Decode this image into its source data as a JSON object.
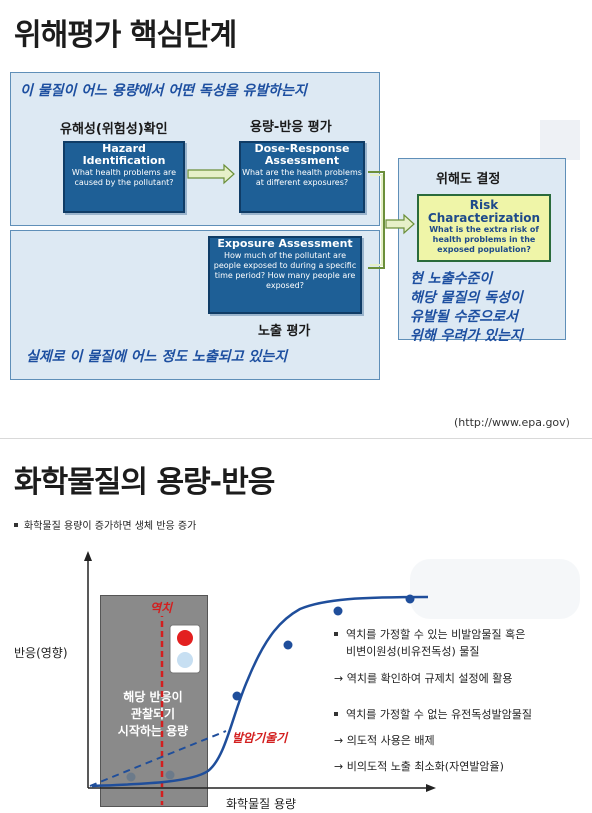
{
  "slide1": {
    "title": "위해평가 핵심단계",
    "question_top": "이 물질이 어느 용량에서 어떤 독성을 유발하는지",
    "question_bottom": "실제로 이 물질에 어느 정도 노출되고 있는지",
    "hazard_label": "유해성(위험성)확인",
    "dose_label": "용량-반응 평가",
    "exposure_label": "노출 평가",
    "risk_label": "위해도 결정",
    "hazard_box": {
      "title": "Hazard Identification",
      "text": "What health problems are caused by the pollutant?"
    },
    "dose_box": {
      "title": "Dose-Response Assessment",
      "text": "What are the health problems at different exposures?"
    },
    "exposure_box": {
      "title": "Exposure Assessment",
      "text": "How much of the pollutant are people exposed to during a specific time period? How many people are exposed?"
    },
    "risk_box": {
      "title": "Risk Characterization",
      "text": "What is the extra risk of health problems in the exposed population?"
    },
    "risk_note": [
      "현 노출수준이",
      "해당 물질의 독성이",
      "유발될 수준으로서",
      "위해 우려가 있는지"
    ],
    "source": "(http://www.epa.gov)"
  },
  "slide2": {
    "title": "화학물질의 용량-반응",
    "bullet": "화학물질 용량이 증가하면 생체 반응 증가",
    "threshold_label": "역치",
    "grey_text": [
      "해당 반응이",
      "관찰되기",
      "시작하는 용량"
    ],
    "carcinogen_label": "발암기울기",
    "y_axis": "반응(영향)",
    "x_axis": "화학물질 용량",
    "right_bullets": [
      {
        "type": "bullet",
        "text": "역치를 가정할 수 있는 비발암물질 혹은"
      },
      {
        "type": "cont",
        "text": "비변이원성(비유전독성) 물질"
      },
      {
        "type": "arrow",
        "text": "→ 역치를 확인하여 규제치 설정에 활용"
      },
      {
        "type": "bullet",
        "text": "역치를 가정할 수 없는 유전독성발암물질"
      },
      {
        "type": "arrow",
        "text": "→ 의도적 사용은 배제"
      },
      {
        "type": "arrow",
        "text": "→ 비의도적 노출 최소화(자연발암율)"
      }
    ]
  },
  "colors": {
    "panel": "#dde9f3",
    "box_blue": "#1e5f96",
    "box_yellow": "#eff5a8",
    "question_blue": "#1d4fa0",
    "curve_blue": "#1f4e9b",
    "threshold_red": "#d31f1f"
  }
}
